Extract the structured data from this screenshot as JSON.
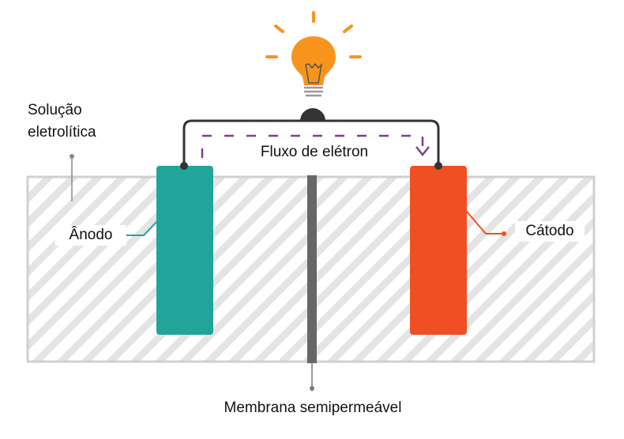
{
  "labels": {
    "solution_line1": "Solução",
    "solution_line2": "eletrolítica",
    "anode": "Ânodo",
    "cathode": "Cátodo",
    "electron_flow": "Fluxo de elétron",
    "membrane": "Membrana semipermeável"
  },
  "colors": {
    "anode": "#21A59A",
    "cathode": "#F04E23",
    "bulb": "#F7941D",
    "flow": "#7B3F8C",
    "membrane": "#666666"
  }
}
